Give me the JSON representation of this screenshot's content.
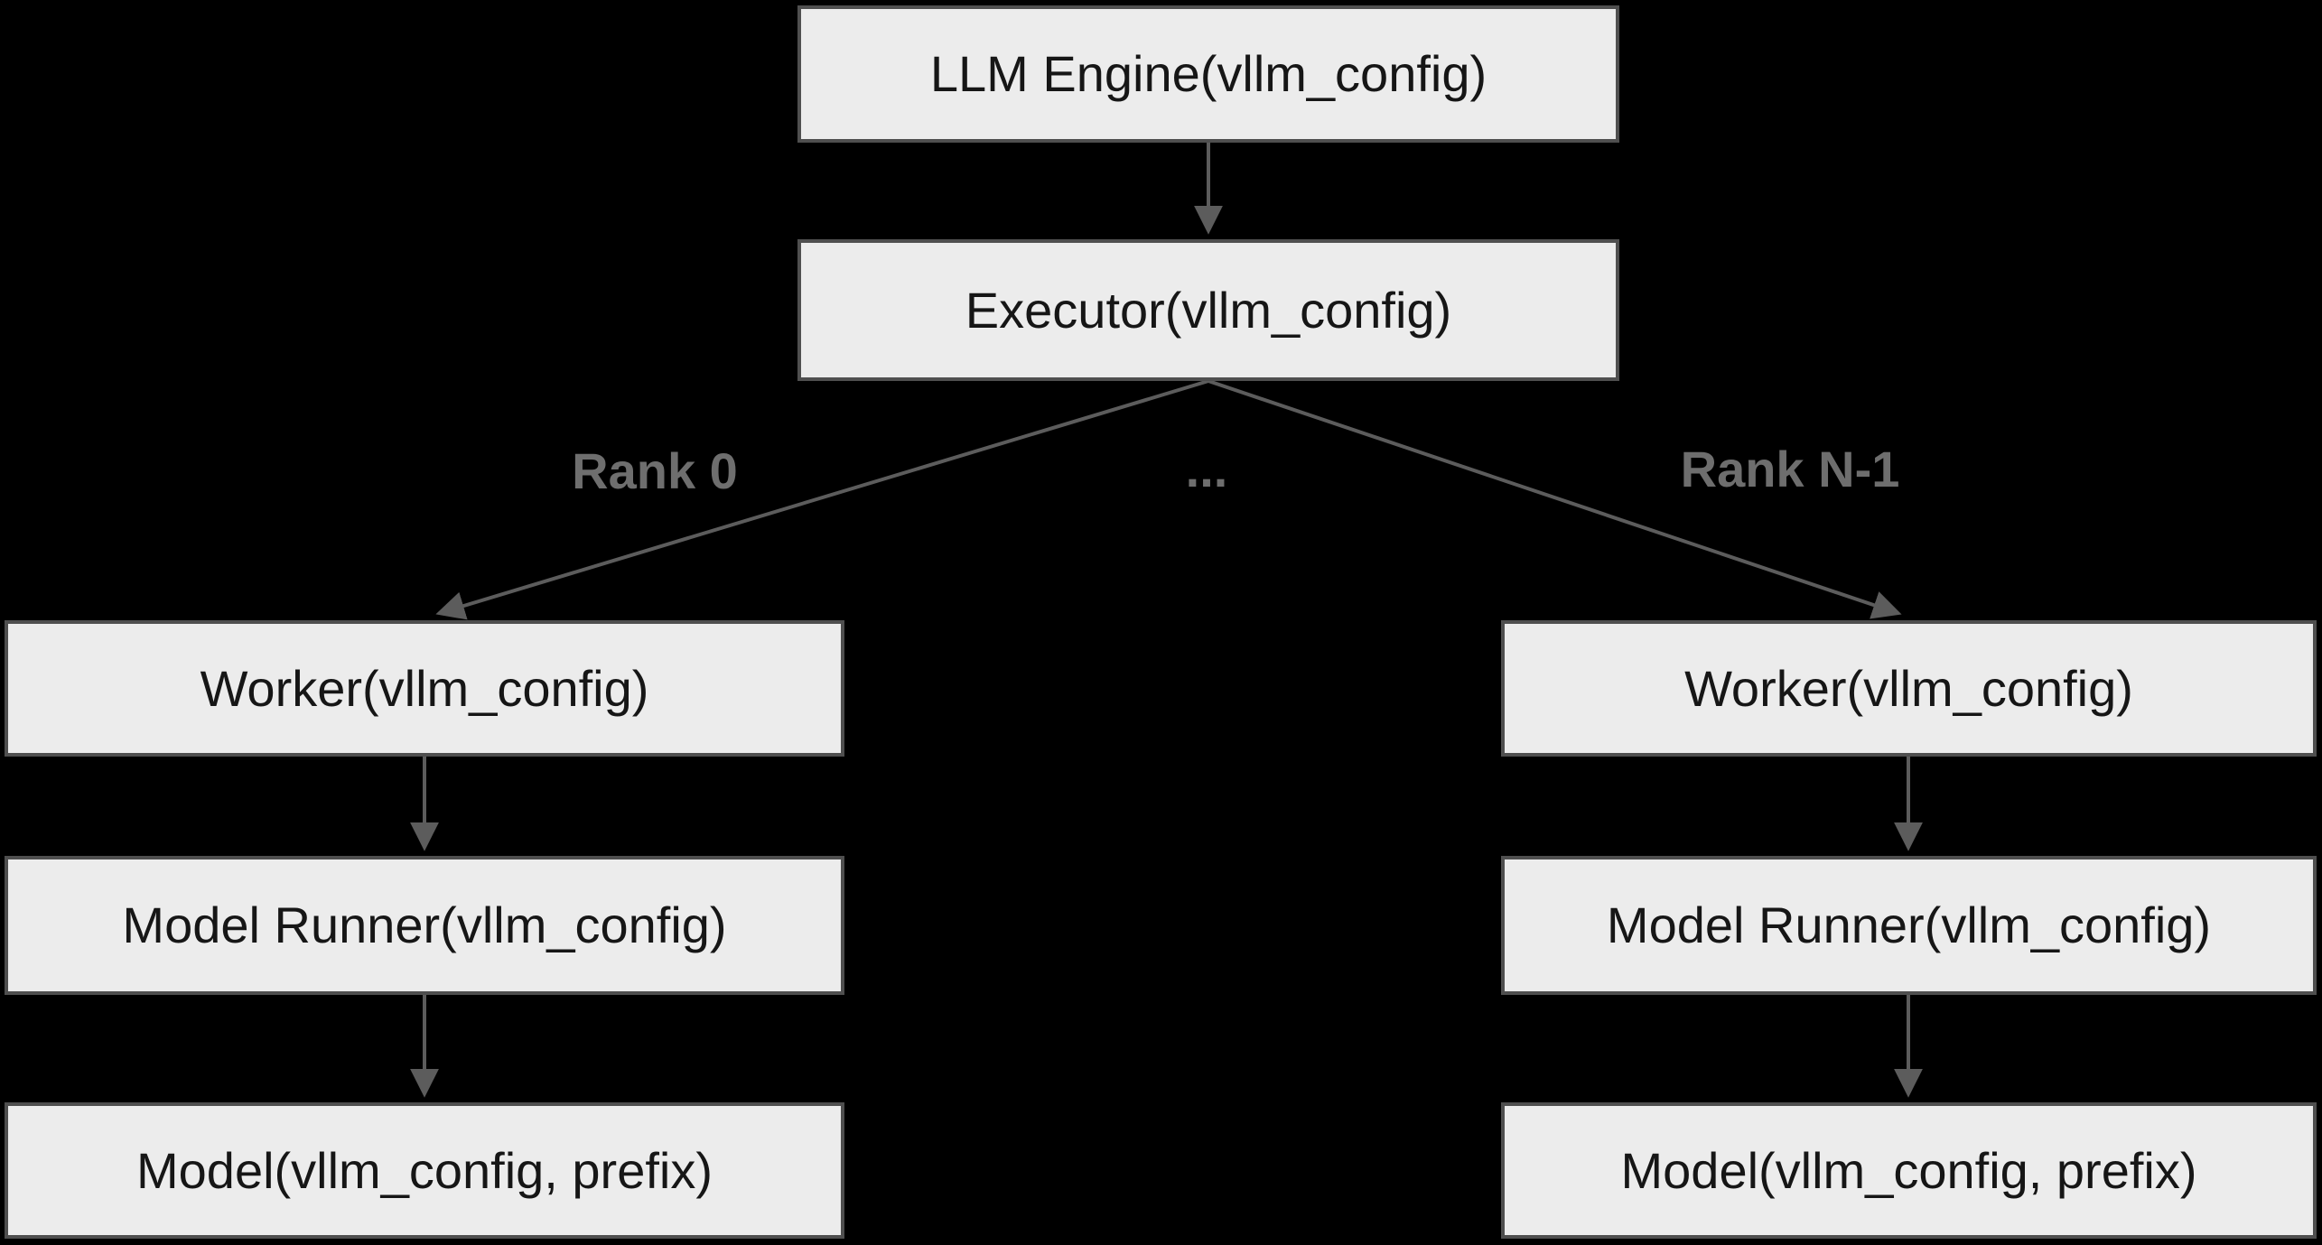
{
  "diagram": {
    "title": "vLLM engine-executor-worker architecture diagram",
    "colors": {
      "background": "#000000",
      "node_fill": "#ececec",
      "node_border": "#4f4f4f",
      "node_text": "#161616",
      "edge": "#5c5c5c",
      "edge_label_text": "#6e6e6e"
    },
    "nodes": {
      "llm_engine": {
        "label": "LLM Engine(vllm_config)"
      },
      "executor": {
        "label": "Executor(vllm_config)"
      },
      "worker_left": {
        "label": "Worker(vllm_config)"
      },
      "model_runner_left": {
        "label": "Model Runner(vllm_config)"
      },
      "model_left": {
        "label": "Model(vllm_config, prefix)"
      },
      "worker_right": {
        "label": "Worker(vllm_config)"
      },
      "model_runner_right": {
        "label": "Model Runner(vllm_config)"
      },
      "model_right": {
        "label": "Model(vllm_config, prefix)"
      }
    },
    "edge_labels": {
      "rank_0": "Rank 0",
      "ellipsis": "...",
      "rank_n_1": "Rank N-1"
    }
  }
}
